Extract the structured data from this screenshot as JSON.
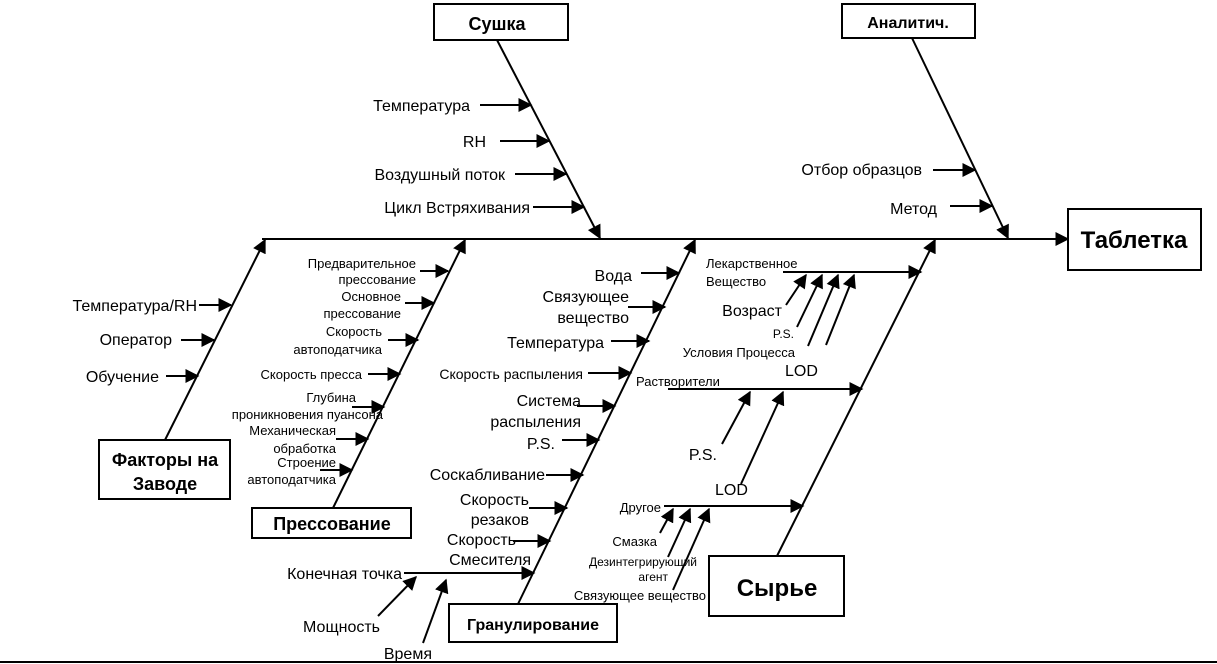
{
  "effect": "Таблетка",
  "categories": {
    "drying": "Сушка",
    "analytical": "Аналитич.",
    "plant": [
      "Факторы на",
      "Заводе"
    ],
    "compression": "Прессование",
    "granulation": "Гранулирование",
    "raw": "Сырье"
  },
  "drying_causes": [
    "Температура",
    "RH",
    "Воздушный поток",
    "Цикл Встряхивания"
  ],
  "analytical_causes": [
    "Отбор образцов",
    "Метод"
  ],
  "plant_causes": [
    "Температура/RH",
    "Оператор",
    "Обучение"
  ],
  "compression_causes": {
    "precompression": [
      "Предварительное",
      "прессование"
    ],
    "main": [
      "Основное",
      "прессование"
    ],
    "feeder_speed": [
      "Скорость",
      "автоподатчика"
    ],
    "press_speed": "Скорость пресса",
    "depth": [
      "Глубина",
      "проникновения пуансона"
    ],
    "machining": [
      "Механическая",
      "обработка"
    ],
    "feeder_design": [
      "Строение",
      "автоподатчика"
    ]
  },
  "granulation_causes": {
    "water": "Вода",
    "binder": [
      "Связующее",
      "вещество"
    ],
    "temp": "Температура",
    "spray_rate": "Скорость распыления",
    "spray_system": [
      "Система",
      "распыления"
    ],
    "ps": "P.S.",
    "scraping": "Соскабливание",
    "chopper": [
      "Скорость",
      "резаков"
    ],
    "mixer": [
      "Скорость",
      "Смесителя"
    ],
    "endpoint": "Конечная точка",
    "power": "Мощность",
    "time": "Время"
  },
  "raw_causes": {
    "api": [
      "Лекарственное",
      "Вещество"
    ],
    "age": "Возраст",
    "ps1": "P.S.",
    "process": "Условия Процесса",
    "solvents": "Растворители",
    "lod1": "LOD",
    "ps2": "P.S.",
    "lod2": "LOD",
    "other": "Другое",
    "lubricant": "Смазка",
    "disintegrant": [
      "Дезинтегрирующий",
      "агент"
    ],
    "binder": "Связующее вещество"
  }
}
